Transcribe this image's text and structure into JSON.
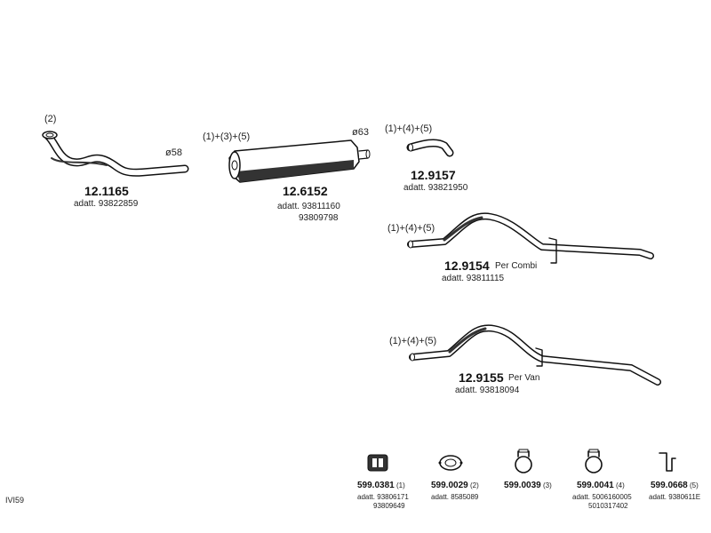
{
  "parts": [
    {
      "code": "12.1165",
      "tag": "(2)",
      "dia": "ø58",
      "adatt": [
        "adatt. 93822859"
      ]
    },
    {
      "code": "12.6152",
      "tag": "(1)+(3)+(5)",
      "dia": "ø63",
      "adatt": [
        "adatt. 93811160",
        "93809798"
      ]
    },
    {
      "code": "12.9157",
      "tag": "(1)+(4)+(5)",
      "adatt": [
        "adatt. 93821950"
      ]
    },
    {
      "code": "12.9154",
      "tag": "(1)+(4)+(5)",
      "suffix": "Per Combi",
      "adatt": [
        "adatt. 93811115"
      ]
    },
    {
      "code": "12.9155",
      "tag": "(1)+(4)+(5)",
      "suffix": "Per Van",
      "adatt": [
        "adatt. 93818094"
      ]
    }
  ],
  "accessories": [
    {
      "code": "599.0381",
      "num": "(1)",
      "adatt": [
        "adatt. 93806171",
        "93809649"
      ],
      "icon": "rubber-hanger-icon"
    },
    {
      "code": "599.0029",
      "num": "(2)",
      "adatt": [
        "adatt. 8585089"
      ],
      "icon": "flange-gasket-icon"
    },
    {
      "code": "599.0039",
      "num": "(3)",
      "adatt": [],
      "icon": "pipe-clamp-icon"
    },
    {
      "code": "599.0041",
      "num": "(4)",
      "adatt": [
        "adatt. 5006160005",
        "5010317402"
      ],
      "icon": "pipe-clamp-icon"
    },
    {
      "code": "599.0668",
      "num": "(5)",
      "adatt": [
        "adatt. 9380611E"
      ],
      "icon": "mounting-bracket-icon"
    }
  ],
  "footer_ref": "IVI59",
  "colors": {
    "line": "#111111",
    "pipe_fill": "#ffffff",
    "muffler_dark": "#333333"
  }
}
